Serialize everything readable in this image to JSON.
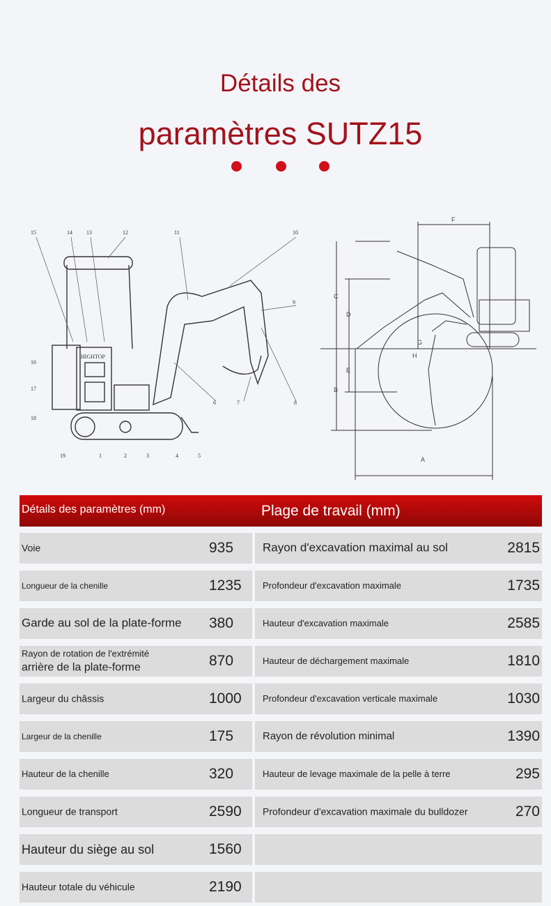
{
  "title": {
    "line1": "Détails des",
    "line2": "paramètres SUTZ15"
  },
  "diagram_left": {
    "labels": [
      "1",
      "2",
      "3",
      "4",
      "5",
      "6",
      "7",
      "8",
      "9",
      "10",
      "11",
      "12",
      "13",
      "14",
      "15",
      "16",
      "17",
      "18",
      "19"
    ],
    "brand": "HIGHTOP"
  },
  "diagram_right": {
    "labels": [
      "A",
      "B",
      "C",
      "D",
      "E",
      "F",
      "G",
      "H"
    ]
  },
  "table": {
    "left_header": "Détails des paramètres (mm)",
    "right_header": "Plage de travail (mm)",
    "left": [
      {
        "label": "Voie",
        "value": "935"
      },
      {
        "label": "Longueur de la chenille",
        "value": "1235"
      },
      {
        "label": "Garde au sol de la plate-forme",
        "value": "380"
      },
      {
        "label": "Rayon de rotation de l'extrémité",
        "label2": "arrière de la plate-forme",
        "value": "870"
      },
      {
        "label": "Largeur du châssis",
        "value": "1000"
      },
      {
        "label": "Largeur de la chenille",
        "value": "175"
      },
      {
        "label": "Hauteur de la chenille",
        "value": "320"
      },
      {
        "label": "Longueur de transport",
        "value": "2590"
      },
      {
        "label": "Hauteur du siège au sol",
        "value": "1560"
      },
      {
        "label": "Hauteur totale du véhicule",
        "value": "2190"
      }
    ],
    "right": [
      {
        "label": "Rayon d'excavation maximal au sol",
        "value": "2815"
      },
      {
        "label": "Profondeur d'excavation maximale",
        "value": "1735"
      },
      {
        "label": "Hauteur d'excavation maximale",
        "value": "2585"
      },
      {
        "label": "Hauteur de déchargement maximale",
        "value": "1810"
      },
      {
        "label": "Profondeur d'excavation verticale maximale",
        "value": "1030"
      },
      {
        "label": "Rayon de révolution minimal",
        "value": "1390"
      },
      {
        "label": "Hauteur de levage maximale de la pelle à terre",
        "value": "295"
      },
      {
        "label": "Profondeur d'excavation maximale du bulldozer",
        "value": "270"
      }
    ]
  }
}
